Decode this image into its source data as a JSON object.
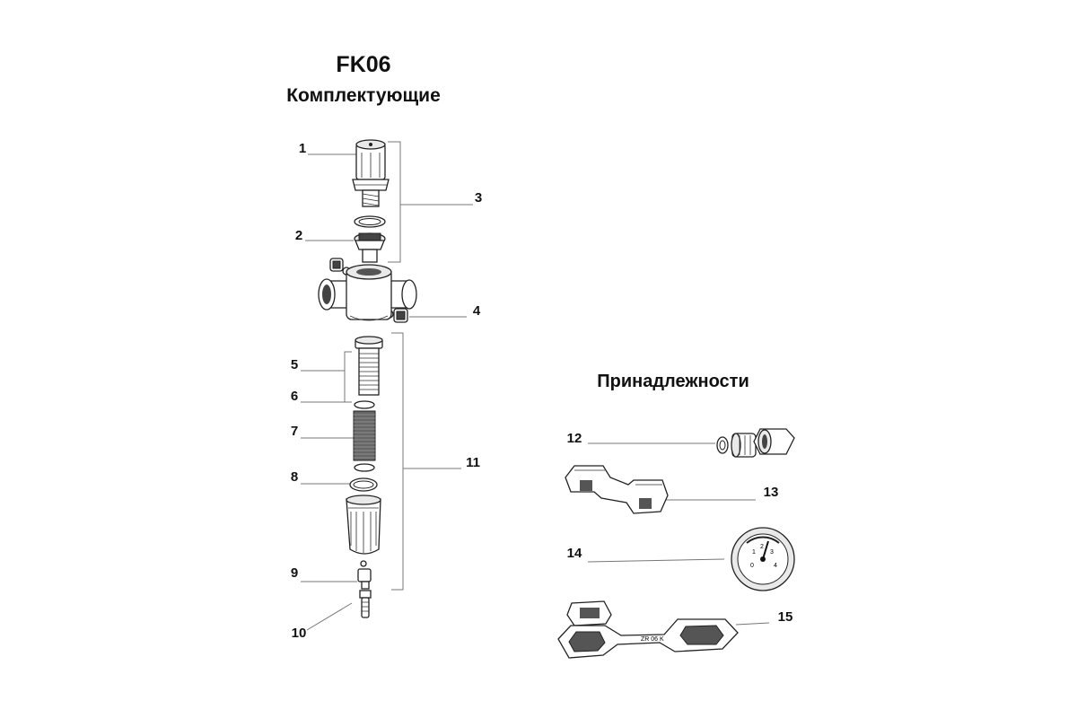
{
  "title": "FK06",
  "subtitle": "Комплектующие",
  "accessories_title": "Принадлежности",
  "components": [
    {
      "number": "1"
    },
    {
      "number": "2"
    },
    {
      "number": "3"
    },
    {
      "number": "4"
    },
    {
      "number": "5"
    },
    {
      "number": "6"
    },
    {
      "number": "7"
    },
    {
      "number": "8"
    },
    {
      "number": "9"
    },
    {
      "number": "10"
    },
    {
      "number": "11"
    }
  ],
  "accessories": [
    {
      "number": "12"
    },
    {
      "number": "13"
    },
    {
      "number": "14"
    },
    {
      "number": "15"
    }
  ],
  "gauge_scale": [
    "0",
    "1",
    "2",
    "3",
    "4"
  ],
  "wrench_text": "ZR 06 K"
}
